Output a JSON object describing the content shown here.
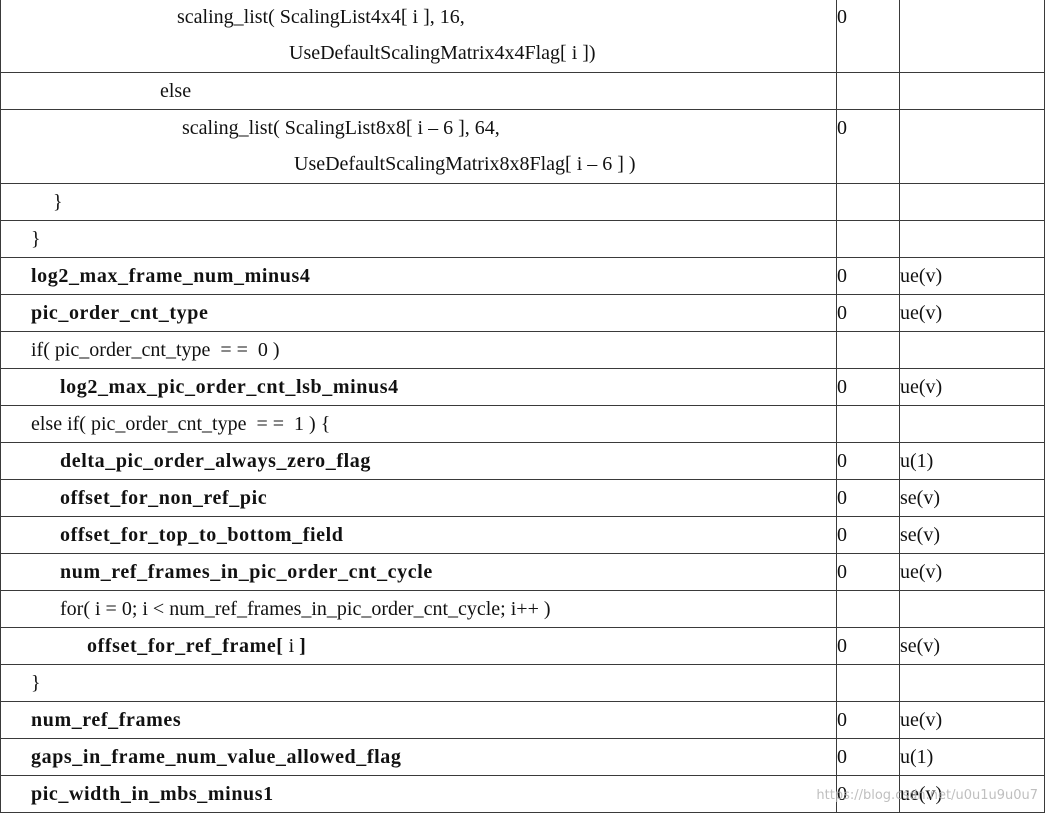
{
  "rows": [
    {
      "kind": "double",
      "lines": [
        "scaling_list( ScalingList4x4[ i ], 16,",
        "UseDefaultScalingMatrix4x4Flag[ i ])"
      ],
      "c": "0",
      "d": ""
    },
    {
      "kind": "plain",
      "text": "else",
      "c": "",
      "d": ""
    },
    {
      "kind": "double2",
      "lines": [
        "scaling_list( ScalingList8x8[ i – 6 ], 64,",
        "UseDefaultScalingMatrix8x8Flag[ i – 6 ] )"
      ],
      "c": "0",
      "d": ""
    },
    {
      "kind": "plain",
      "text": "}",
      "c": "",
      "d": ""
    },
    {
      "kind": "plain",
      "text": "}",
      "c": "",
      "d": ""
    },
    {
      "kind": "bold",
      "text": "log2_max_frame_num_minus4",
      "c": "0",
      "d": "ue(v)"
    },
    {
      "kind": "bold",
      "text": "pic_order_cnt_type",
      "c": "0",
      "d": "ue(v)"
    },
    {
      "kind": "plain",
      "text": "if( pic_order_cnt_type  = =  0 )",
      "c": "",
      "d": ""
    },
    {
      "kind": "bold",
      "text": "log2_max_pic_order_cnt_lsb_minus4",
      "c": "0",
      "d": "ue(v)"
    },
    {
      "kind": "plain",
      "text": "else if( pic_order_cnt_type  = =  1 ) {",
      "c": "",
      "d": ""
    },
    {
      "kind": "bold",
      "text": "delta_pic_order_always_zero_flag",
      "c": "0",
      "d": "u(1)"
    },
    {
      "kind": "bold",
      "text": "offset_for_non_ref_pic",
      "c": "0",
      "d": "se(v)"
    },
    {
      "kind": "bold",
      "text": "offset_for_top_to_bottom_field",
      "c": "0",
      "d": "se(v)"
    },
    {
      "kind": "bold",
      "text": "num_ref_frames_in_pic_order_cnt_cycle",
      "c": "0",
      "d": "ue(v)"
    },
    {
      "kind": "plain",
      "text": "for( i = 0; i < num_ref_frames_in_pic_order_cnt_cycle; i++ )",
      "c": "",
      "d": ""
    },
    {
      "kind": "mixed",
      "bold": "offset_for_ref_frame[",
      "rest": " i ",
      "tail": "]",
      "c": "0",
      "d": "se(v)"
    },
    {
      "kind": "plain",
      "text": "}",
      "c": "",
      "d": ""
    },
    {
      "kind": "bold",
      "text": "num_ref_frames",
      "c": "0",
      "d": "ue(v)"
    },
    {
      "kind": "bold",
      "text": "gaps_in_frame_num_value_allowed_flag",
      "c": "0",
      "d": "u(1)"
    },
    {
      "kind": "bold",
      "text": "pic_width_in_mbs_minus1",
      "c": "0",
      "d": "ue(v)"
    }
  ],
  "watermark": "https://blog.csdn.net/u0u1u9u0u7"
}
